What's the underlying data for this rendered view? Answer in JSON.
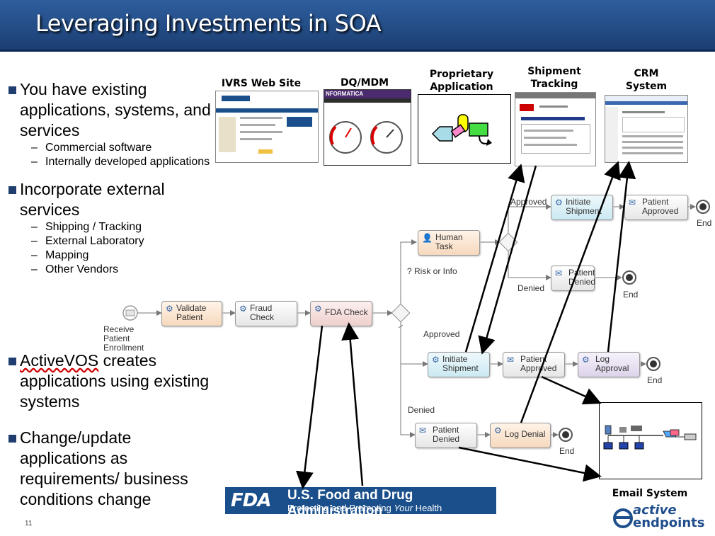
{
  "title": "Leveraging Investments in SOA",
  "bullets": [
    {
      "text": "You have existing applications, systems, and services",
      "subs": [
        "Commercial software",
        "Internally developed applications"
      ]
    },
    {
      "text": "Incorporate external services",
      "subs": [
        "Shipping / Tracking",
        "External Laboratory",
        "Mapping",
        "Other Vendors"
      ]
    },
    {
      "text_pre": "ActiveVOS",
      "text_post": " creates applications using existing systems"
    },
    {
      "text": "Change/update applications as requirements/ business conditions change"
    }
  ],
  "systems": {
    "ivrs": "IVRS Web Site",
    "dqmdm": "DQ/MDM",
    "proprietary": "Proprietary Application",
    "shipment": "Shipment Tracking",
    "crm": "CRM System",
    "email": "Email System",
    "informatica": "NFORMATICA"
  },
  "process": {
    "start": "Receive Patient Enrollment",
    "validate": "Validate Patient",
    "fraud": "Fraud Check",
    "fda_check": "FDA Check",
    "human_task": "Human Task",
    "risk": "? Risk or Info",
    "approved": "Approved",
    "denied": "Denied",
    "initiate_shipment": "Initiate Shipment",
    "patient_approved": "Patient Approved",
    "patient_denied": "Patient Denied",
    "log_approval": "Log Approval",
    "log_denial": "Log Denial",
    "end": "End"
  },
  "fda": {
    "logo": "FDA",
    "name": "U.S. Food and Drug Administration",
    "tagline_pre": "Protecting and Promoting ",
    "tagline_em": "Your",
    "tagline_post": " Health"
  },
  "brand": {
    "line1": "active",
    "line2": "endpoints"
  },
  "page_number": "11",
  "colors": {
    "title_bar": "#1c3f73",
    "bullet": "#1f3d6e",
    "arrow": "#000000"
  }
}
